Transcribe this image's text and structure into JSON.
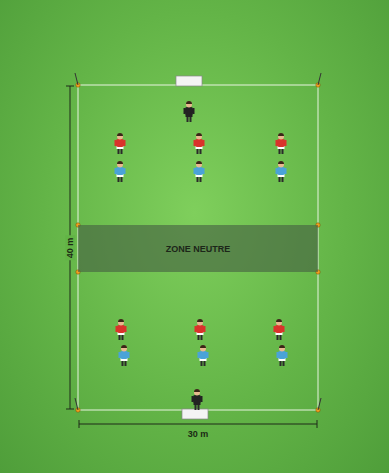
{
  "diagram": {
    "nodes": [
      {
        "text": [
          "ZONE NEUTRE"
        ]
      }
    ],
    "labels": [
      "40 m",
      "30 m"
    ]
  }
}
